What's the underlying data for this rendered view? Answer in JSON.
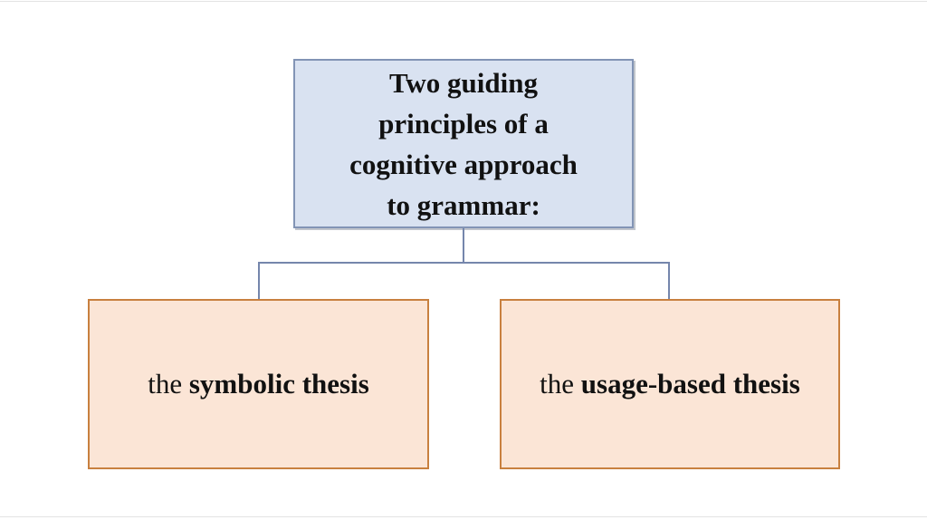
{
  "diagram": {
    "title": "Two guiding principles of a cognitive approach to grammar",
    "root": {
      "label": "Two guiding principles of a cognitive approach to grammar:",
      "lines": [
        "Two guiding",
        "principles of a",
        "cognitive approach",
        "to grammar:"
      ]
    },
    "children": [
      {
        "label": "the symbolic thesis",
        "prefix": "the ",
        "emphasis": "symbolic thesis"
      },
      {
        "label": "the usage-based thesis",
        "prefix": "the ",
        "emphasis": "usage-based thesis"
      }
    ]
  },
  "colors": {
    "root_fill": "#d9e2f1",
    "root_border": "#8294b5",
    "child_fill": "#fbe5d6",
    "child_border": "#c8803f",
    "connector": "#7586ac",
    "frame_line": "#e3e3e3",
    "text": "#111111",
    "slide_bg": "#ffffff"
  }
}
